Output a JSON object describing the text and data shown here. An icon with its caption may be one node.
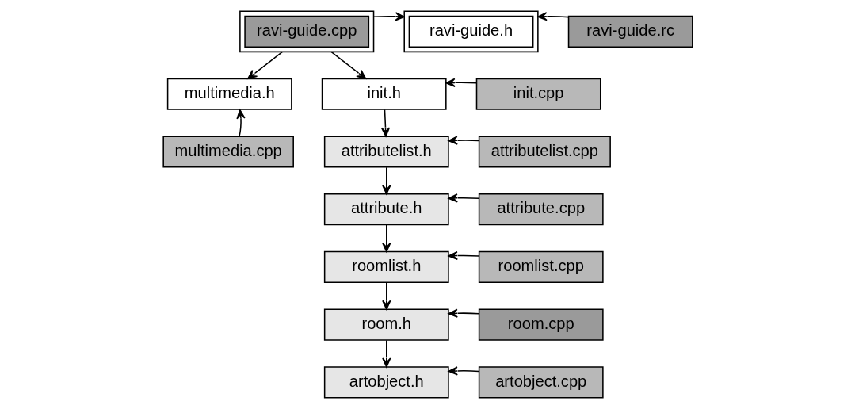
{
  "diagram": {
    "nodes": [
      {
        "text": [
          "ravi-guide.cpp"
        ]
      },
      {
        "text": [
          "ravi-guide.h"
        ]
      },
      {
        "text": [
          "ravi-guide.rc"
        ]
      },
      {
        "text": [
          "multimedia.h"
        ]
      },
      {
        "text": [
          "init.h"
        ]
      },
      {
        "text": [
          "init.cpp"
        ]
      },
      {
        "text": [
          "multimedia.cpp"
        ]
      },
      {
        "text": [
          "attributelist.h"
        ]
      },
      {
        "text": [
          "attributelist.cpp"
        ]
      },
      {
        "text": [
          "attribute.h"
        ]
      },
      {
        "text": [
          "attribute.cpp"
        ]
      },
      {
        "text": [
          "roomlist.h"
        ]
      },
      {
        "text": [
          "roomlist.cpp"
        ]
      },
      {
        "text": [
          "room.h"
        ]
      },
      {
        "text": [
          "room.cpp"
        ]
      },
      {
        "text": [
          "artobject.h"
        ]
      },
      {
        "text": [
          "artobject.cpp"
        ]
      }
    ],
    "edges": [
      {
        "from": 0,
        "to": 1,
        "arrow": "to"
      },
      {
        "from": 2,
        "to": 1,
        "arrow": "to"
      },
      {
        "from": 0,
        "to": 3,
        "arrow": "to"
      },
      {
        "from": 0,
        "to": 4,
        "arrow": "to"
      },
      {
        "from": 5,
        "to": 4,
        "arrow": "to"
      },
      {
        "from": 6,
        "to": 3,
        "arrow": "to"
      },
      {
        "from": 4,
        "to": 7,
        "arrow": "to"
      },
      {
        "from": 8,
        "to": 7,
        "arrow": "to"
      },
      {
        "from": 7,
        "to": 9,
        "arrow": "to"
      },
      {
        "from": 10,
        "to": 9,
        "arrow": "to"
      },
      {
        "from": 9,
        "to": 11,
        "arrow": "to"
      },
      {
        "from": 12,
        "to": 11,
        "arrow": "to"
      },
      {
        "from": 11,
        "to": 13,
        "arrow": "to"
      },
      {
        "from": 14,
        "to": 13,
        "arrow": "to"
      },
      {
        "from": 13,
        "to": 15,
        "arrow": "to"
      },
      {
        "from": 16,
        "to": 15,
        "arrow": "to"
      }
    ]
  }
}
